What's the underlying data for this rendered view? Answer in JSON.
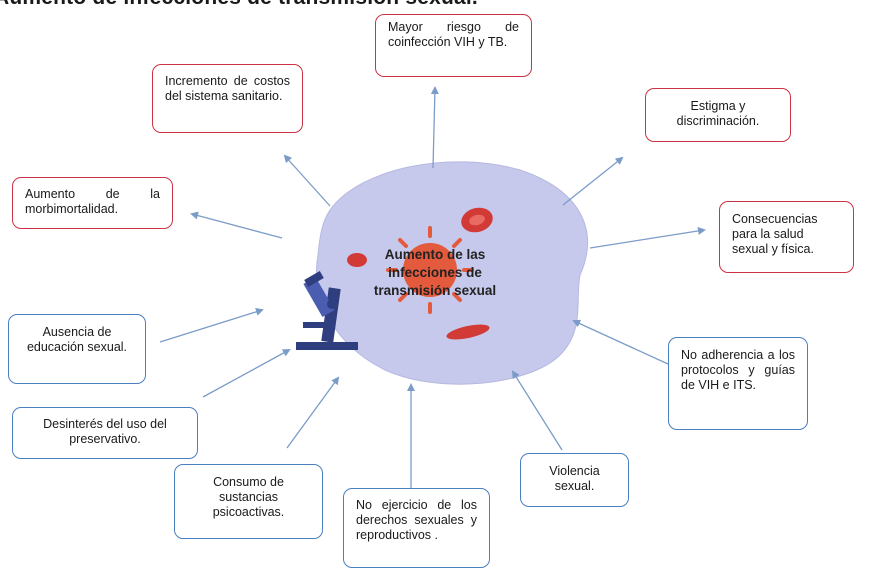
{
  "title": "Aumento de infecciones de transmisión sexual.",
  "center": {
    "label": "Aumento de las infecciones de transmisión sexual"
  },
  "colors": {
    "red_border": "#cc3344",
    "blue_border": "#4a7fc1",
    "blob": "#c7c9ec",
    "cell": "#d23a36",
    "arrow": "#7b9cc8",
    "microscope": "#2f3e7e"
  },
  "icons": [
    "virus-icon",
    "red-blood-cell-icon",
    "microscope-icon"
  ],
  "nodes": {
    "coinfeccion": "Mayor riesgo de coinfección VIH y TB.",
    "costos": "Incremento de costos del sistema sanitario.",
    "estigma": "Estigma y discriminación.",
    "morbimortalidad": "Aumento de la morbimortalidad.",
    "consecuencias": "Consecuencias para la salud sexual y física.",
    "educacion": "Ausencia de educación sexual.",
    "adherencia": "No adherencia a los protocolos y guías de VIH e ITS.",
    "preservativo": "Desinterés del uso del preservativo.",
    "violencia": "Violencia sexual.",
    "consumo": "Consumo de sustancias psicoactivas.",
    "derechos": "No ejercicio de los derechos sexuales y reproductivos ."
  }
}
